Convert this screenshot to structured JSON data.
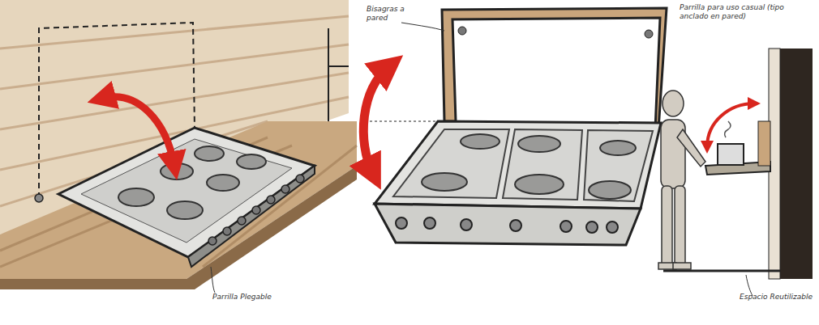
{
  "diagram": {
    "labels": [
      "Parrilla Plegable",
      "Bisagras a pared",
      "Parrilla para uso casual (tipo anclado en pared)",
      "Espacio Reutilizable"
    ]
  }
}
